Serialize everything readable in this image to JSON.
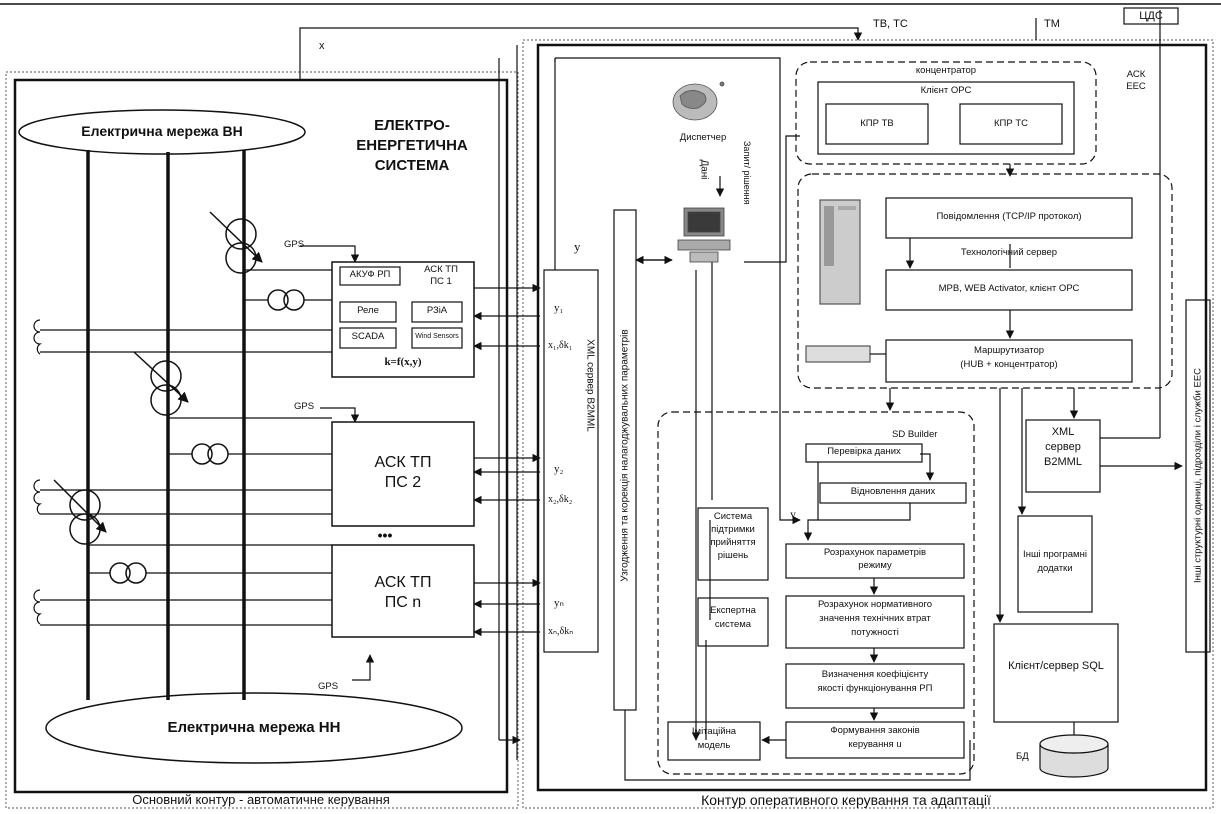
{
  "top": {
    "x_label": "х",
    "tvts_label": "ТВ, ТС",
    "tm_label": "ТМ",
    "cds_label": "ЦДС"
  },
  "left": {
    "network_hv": "Електрична мережа ВН",
    "network_lv": "Електрична мережа НН",
    "system_title": [
      "ЕЛЕКТРО-",
      "ЕНЕРГЕТИЧНА",
      "СИСТЕМА"
    ],
    "gps": "GPS",
    "dots": "•••",
    "caption": "Основний контур - автоматичне керування",
    "ps1": {
      "title_line1": "АСК ТП",
      "title_line2": "ПС 1",
      "akuf": "АКУФ РП",
      "relay": "Реле",
      "rza": "РЗіА",
      "scada": "SCADA",
      "small": "Wind Sensors",
      "formula": "k=f(x,y)"
    },
    "ps2": {
      "line1": "АСК ТП",
      "line2": "ПС 2"
    },
    "psn": {
      "line1": "АСК ТП",
      "line2": "ПС n"
    }
  },
  "middle": {
    "y_top": "у",
    "y1": "y₁",
    "x1": "x₁,δk₁",
    "y2": "y₂",
    "x2": "x₂,δk₂",
    "yn": "yₙ",
    "xn": "xₙ,δkₙ",
    "xml_server_vertical": "XML сервер B2MML",
    "coord_vertical": "Узгодження та корекція налагоджувальних параметрів"
  },
  "right": {
    "dispatcher": "Диспетчер",
    "data_vertical": "Дані",
    "request_vertical": "Запит/ рішення",
    "ask_eec": [
      "АСК",
      "ЕЕС"
    ],
    "concentrator": "концентратор",
    "client_opc": "Клієнт ОРС",
    "kpr_tv": "КПР ТВ",
    "kpr_ts": "КПР ТС",
    "messages": "Повідомлення (TCP/IP протокол)",
    "tech_server": "Технологічний сервер",
    "mrv": "МРВ, WEB Activator, клієнт ОРС",
    "router_line1": "Маршрутизатор",
    "router_line2": "(HUB + концентратор)",
    "sd_builder": "SD Builder",
    "check": "Перевірка даних",
    "restore": "Відновлення даних",
    "y_small": "у",
    "calc_params": [
      "Розрахунок параметрів",
      "режиму"
    ],
    "calc_norm": [
      "Розрахунок нормативного",
      "значення технічних втрат",
      "потужності"
    ],
    "coef": [
      "Визначення коефіцієнту",
      "якості функціонування РП"
    ],
    "law": [
      "Формування законів",
      "керування u"
    ],
    "dss": [
      "Система",
      "підтримки",
      "прийняття",
      "рішень"
    ],
    "expert": [
      "Експертна",
      "система"
    ],
    "sim": [
      "Імітаційна",
      "модель"
    ],
    "xml_b2mml": [
      "XML",
      "сервер",
      "B2MML"
    ],
    "other_apps": [
      "Інші програмні",
      "додатки"
    ],
    "sql": "Клієнт/сервер SQL",
    "db": "БД",
    "other_units_vertical": "Інші структурні одиниці, підрозділи і служби ЕЕС",
    "caption": "Контур оперативного керування та адаптації"
  }
}
